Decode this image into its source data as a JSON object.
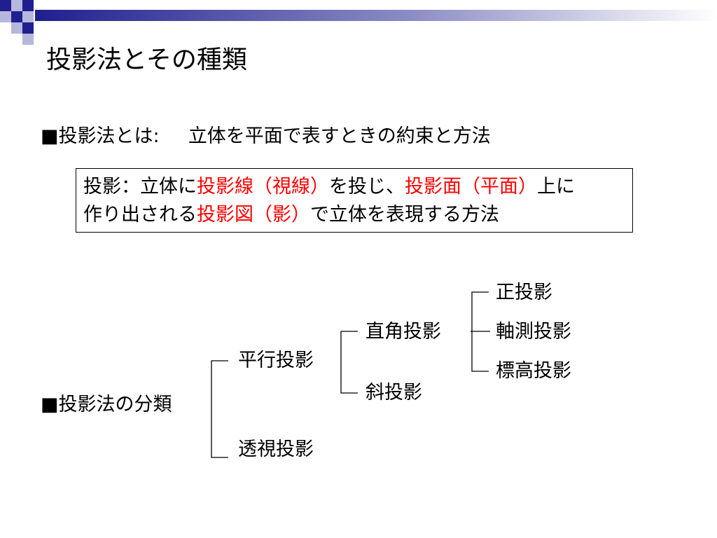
{
  "title": "投影法とその種類",
  "definition_line": {
    "bullet": "■",
    "label": "投影法とは:",
    "text": "立体を平面で表すときの約束と方法"
  },
  "definition_box": {
    "line1": {
      "p1": "投影：立体に",
      "p2": "投影線（視線）",
      "p3": "を投じ、",
      "p4": "投影面（平面）",
      "p5": "上に"
    },
    "line2": {
      "p1": "作り出される",
      "p2": "投影図（影）",
      "p3": "で立体を表現する方法"
    }
  },
  "classification": {
    "bullet": "■",
    "label": "投影法の分類",
    "parallel": "平行投影",
    "perspective": "透視投影",
    "orthogonal": "直角投影",
    "oblique": "斜投影",
    "normal": "正投影",
    "axonometric": "軸測投影",
    "indexed": "標高投影"
  },
  "colors": {
    "emphasis": "#ff0000",
    "header_gradient_start": "#1f1f8f",
    "header_gradient_end": "#ffffff"
  }
}
